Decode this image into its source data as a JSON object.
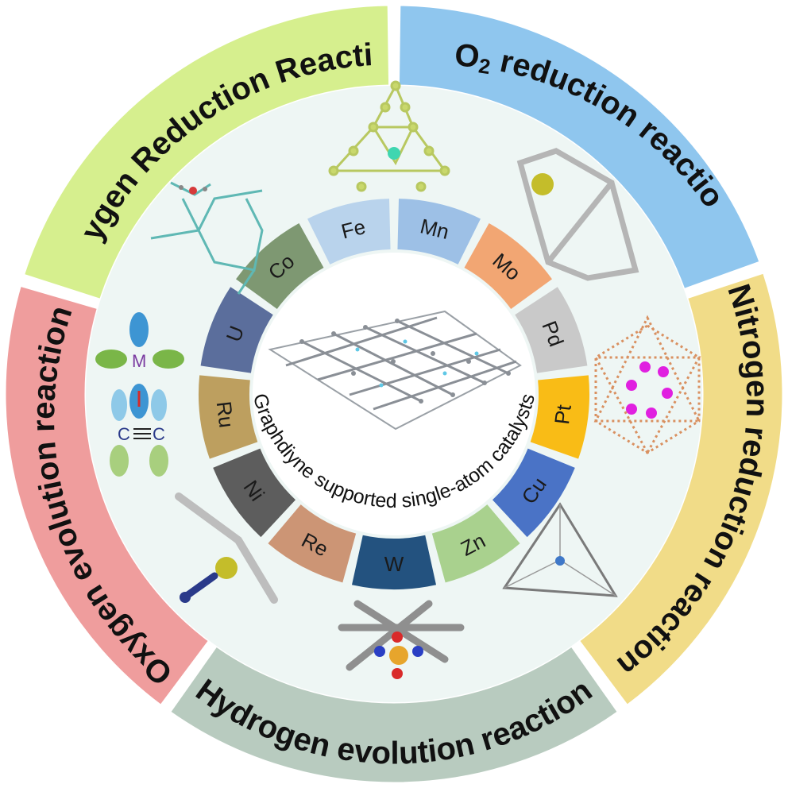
{
  "center_label": "Graphdiyne supported single-atom catalysts",
  "reactions": [
    {
      "id": "orr",
      "label": "Oxygen Reduction Reaction",
      "color": "#d6ef8e"
    },
    {
      "id": "co2rr",
      "label_main": "CO",
      "label_sub": "2",
      "label_rest": " reduction reaction",
      "color": "#8fc6ee"
    },
    {
      "id": "nrr",
      "label": "Nitrogen reduction reaction",
      "color": "#f1dc88"
    },
    {
      "id": "her",
      "label": "Hydrogen evolution reaction",
      "color": "#b8cbbf"
    },
    {
      "id": "oer",
      "label": "Oxygen evolution reaction",
      "color": "#ef9d9d"
    }
  ],
  "elements": [
    {
      "symbol": "Fe",
      "color": "#b9d3ec"
    },
    {
      "symbol": "Mn",
      "color": "#9dc0e6"
    },
    {
      "symbol": "Mo",
      "color": "#f2a673"
    },
    {
      "symbol": "Pd",
      "color": "#c9c9c9"
    },
    {
      "symbol": "Pt",
      "color": "#f9bc16"
    },
    {
      "symbol": "Cu",
      "color": "#4a73c6"
    },
    {
      "symbol": "Zn",
      "color": "#a9d18e"
    },
    {
      "symbol": "W",
      "color": "#23527f"
    },
    {
      "symbol": "Re",
      "color": "#cc9575"
    },
    {
      "symbol": "Ni",
      "color": "#5d5d5d"
    },
    {
      "symbol": "Ru",
      "color": "#bd9f5f"
    },
    {
      "symbol": "U",
      "color": "#5b6e9c"
    },
    {
      "symbol": "Co",
      "color": "#7e9872"
    }
  ],
  "colors": {
    "inner_disc": "#eef6f4",
    "atom_grey": "#a8a8a8",
    "atom_green": "#c9d86c",
    "atom_orange": "#d99060",
    "atom_teal": "#5fb8b4",
    "atom_magenta": "#e020e0"
  }
}
